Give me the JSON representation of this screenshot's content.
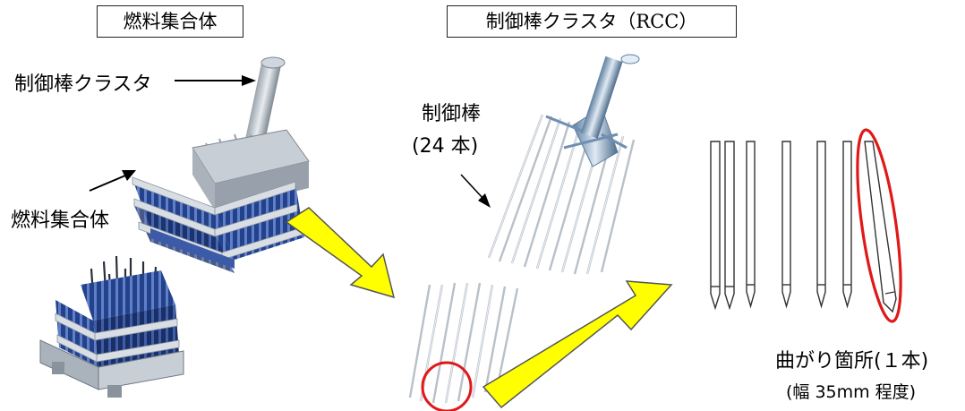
{
  "title_fuel_assembly": "燃料集合体",
  "title_rcc": "制御棒クラスタ（RCC）",
  "label_rcc": "制御棒クラスタ",
  "label_fuel_assembly": "燃料集合体",
  "label_control_rod_line1": "制御棒",
  "label_control_rod_line2": "(24 本)",
  "label_bend_line1": "曲がり箇所(１本)",
  "label_bend_line2": "(幅 35mm 程度)",
  "colors": {
    "arrow": "#ffff00",
    "highlight": "#e01818",
    "fuel_blue": "#1f3f8f"
  }
}
